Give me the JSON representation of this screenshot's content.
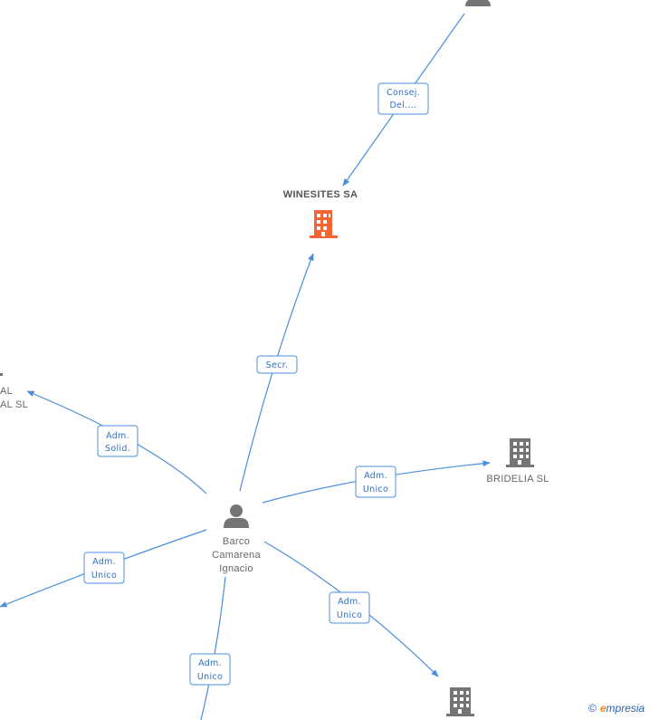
{
  "nodes": {
    "winesites": {
      "name": "WINESITES SA",
      "color": "#f26533"
    },
    "bridelia": {
      "name": "BRIDELIA SL",
      "color": "#757575"
    },
    "person": {
      "name_lines": [
        "Barco",
        "Camarena",
        "Ignacio"
      ],
      "color": "#757575"
    },
    "left_company": {
      "name_lines": [
        "AL",
        "AL SL"
      ]
    },
    "bottom_company": {
      "color": "#757575"
    },
    "top_person": {
      "color": "#757575"
    }
  },
  "edges": {
    "consej": [
      "Consej.",
      "Del...."
    ],
    "secr": [
      "Secr."
    ],
    "adm_solid": [
      "Adm.",
      "Solid."
    ],
    "adm_unico_bridelia": [
      "Adm.",
      "Unico"
    ],
    "adm_unico_left": [
      "Adm.",
      "Unico"
    ],
    "adm_unico_bottom_right": [
      "Adm.",
      "Unico"
    ],
    "adm_unico_bottom": [
      "Adm.",
      "Unico"
    ]
  },
  "edge_color": "#4a8fdc",
  "watermark": {
    "copyright": "©",
    "brand_initial": "e",
    "brand_rest": "mpresia"
  }
}
